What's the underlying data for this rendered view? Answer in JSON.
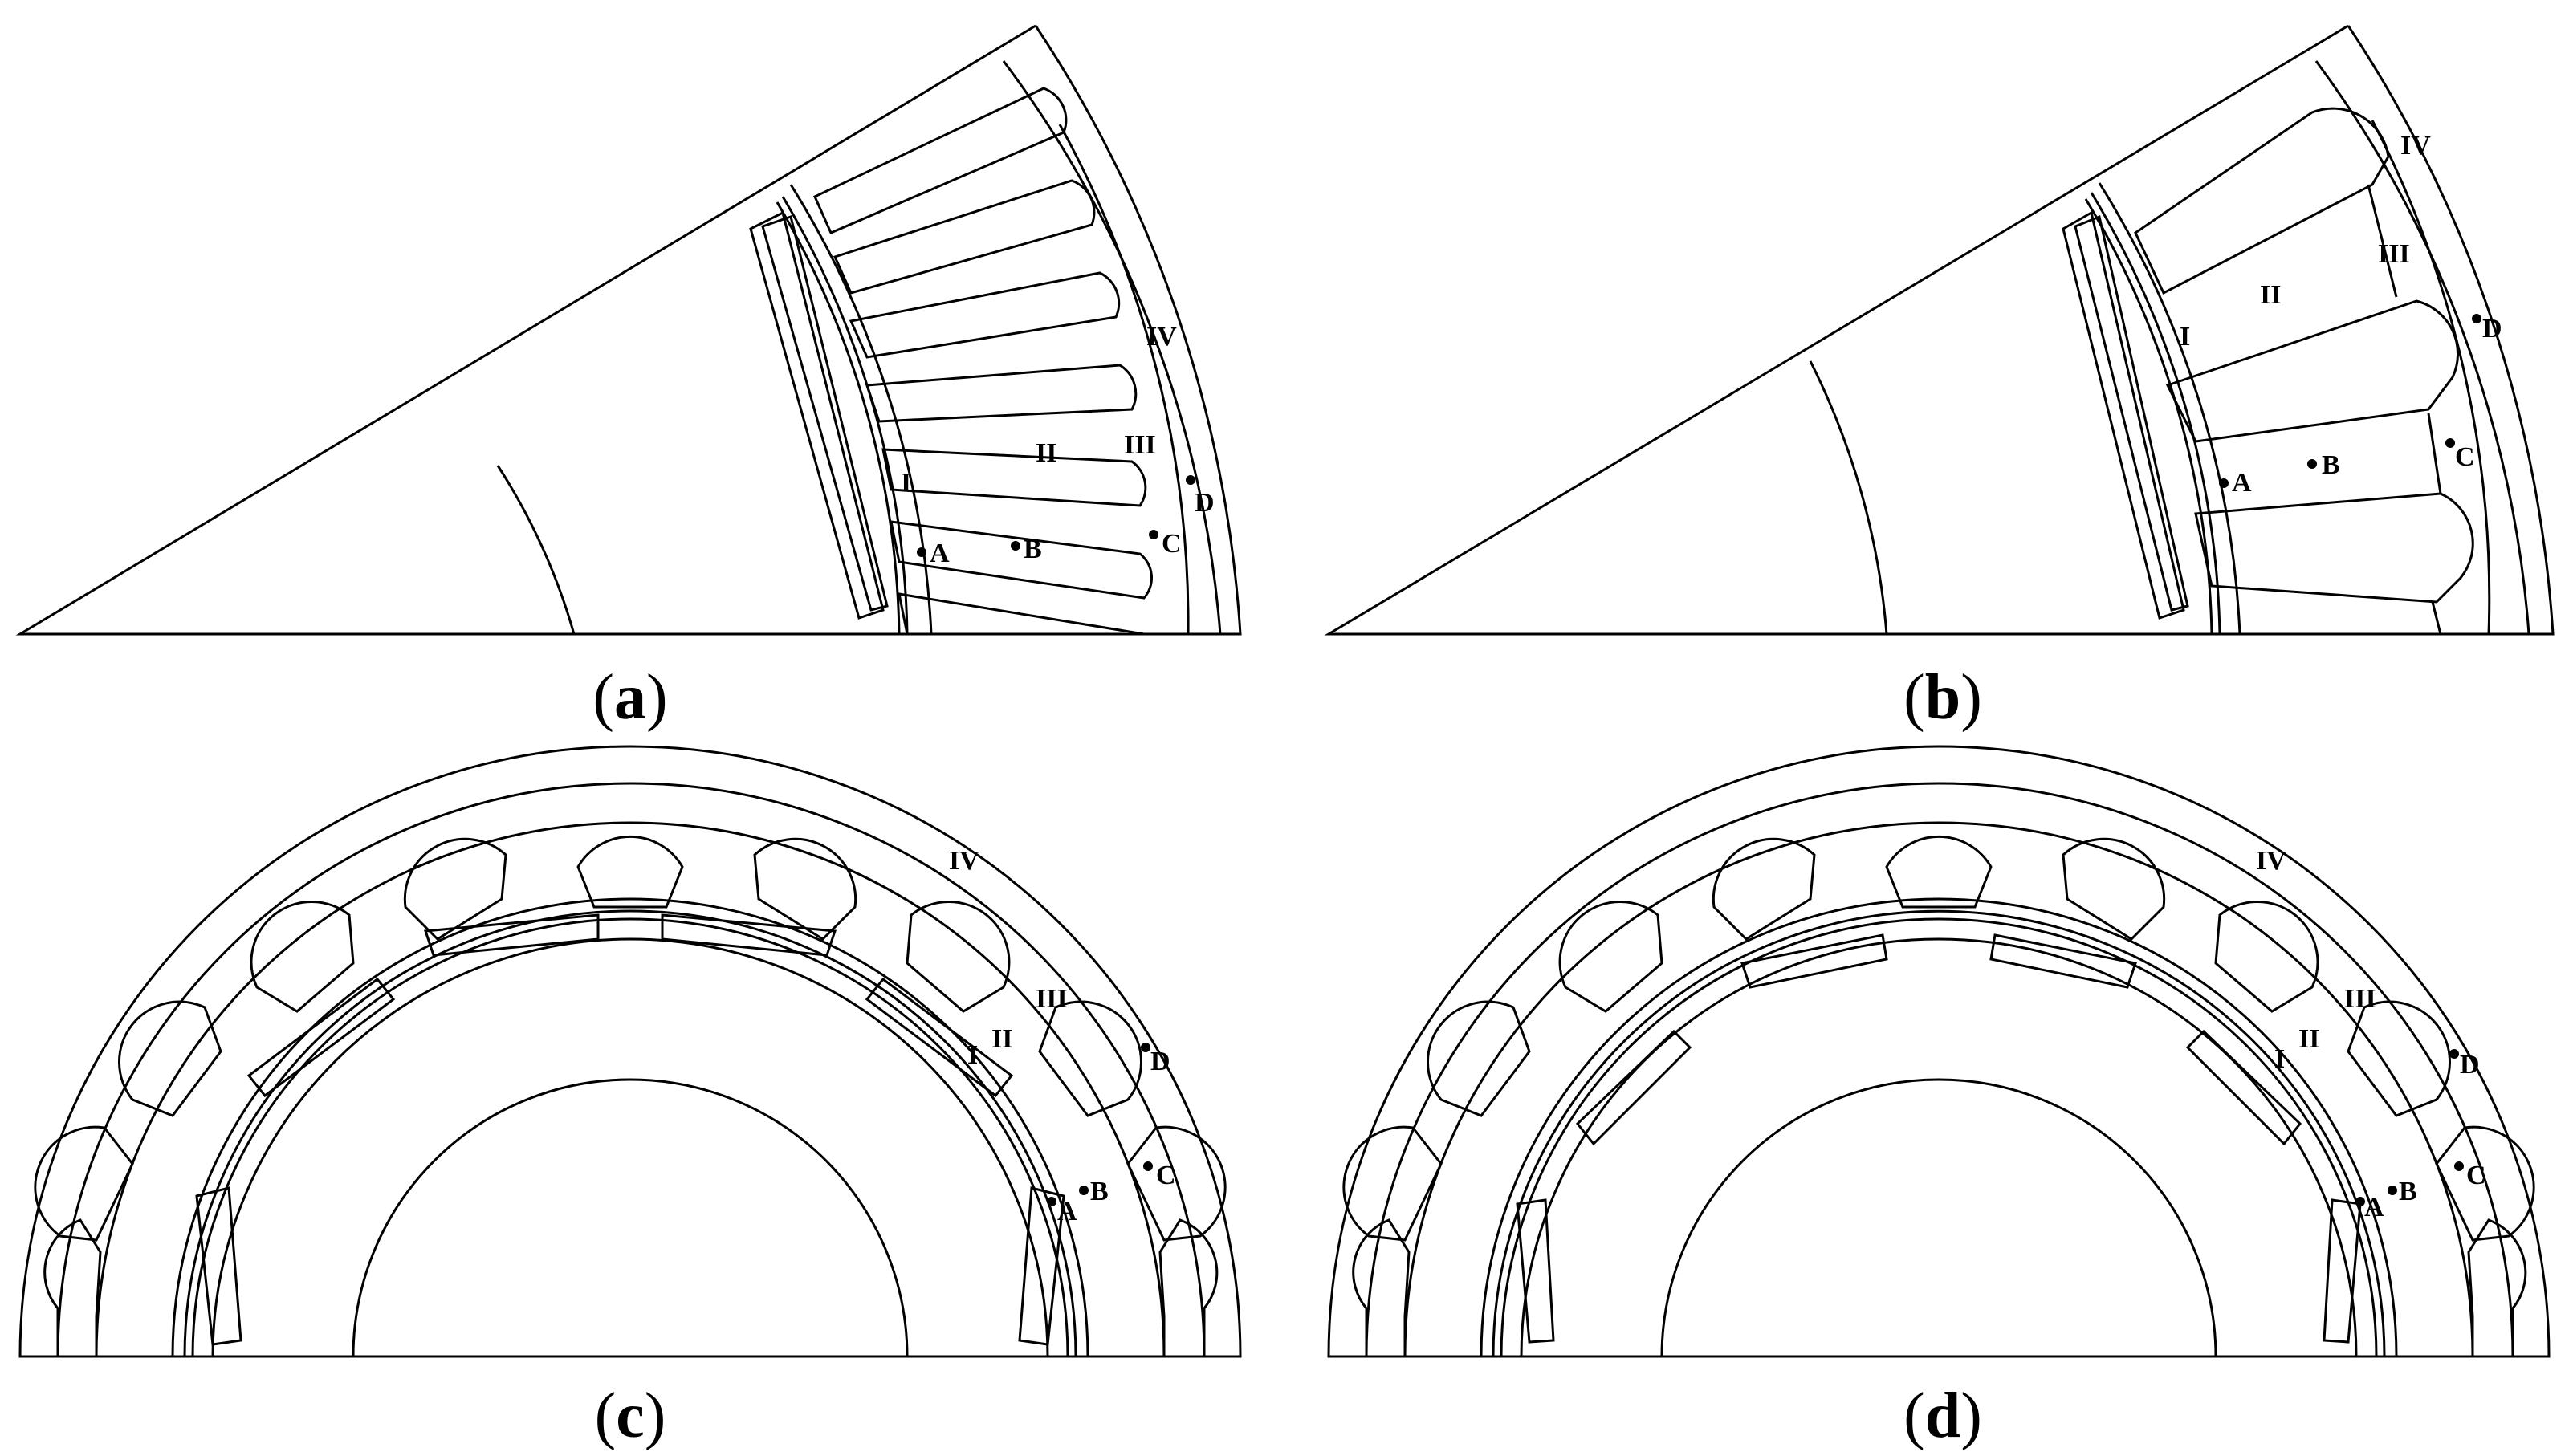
{
  "figure": {
    "panels": [
      {
        "id": "a",
        "caption_open": "(",
        "caption_letter": "a",
        "caption_close": ")"
      },
      {
        "id": "b",
        "caption_open": "(",
        "caption_letter": "b",
        "caption_close": ")"
      },
      {
        "id": "c",
        "caption_open": "(",
        "caption_letter": "c",
        "caption_close": ")"
      },
      {
        "id": "d",
        "caption_open": "(",
        "caption_letter": "d",
        "caption_close": ")"
      }
    ],
    "region_labels": [
      "I",
      "II",
      "III",
      "IV"
    ],
    "point_labels": [
      "A",
      "B",
      "C",
      "D"
    ]
  },
  "style": {
    "stroke": "#000000",
    "background": "#ffffff"
  }
}
